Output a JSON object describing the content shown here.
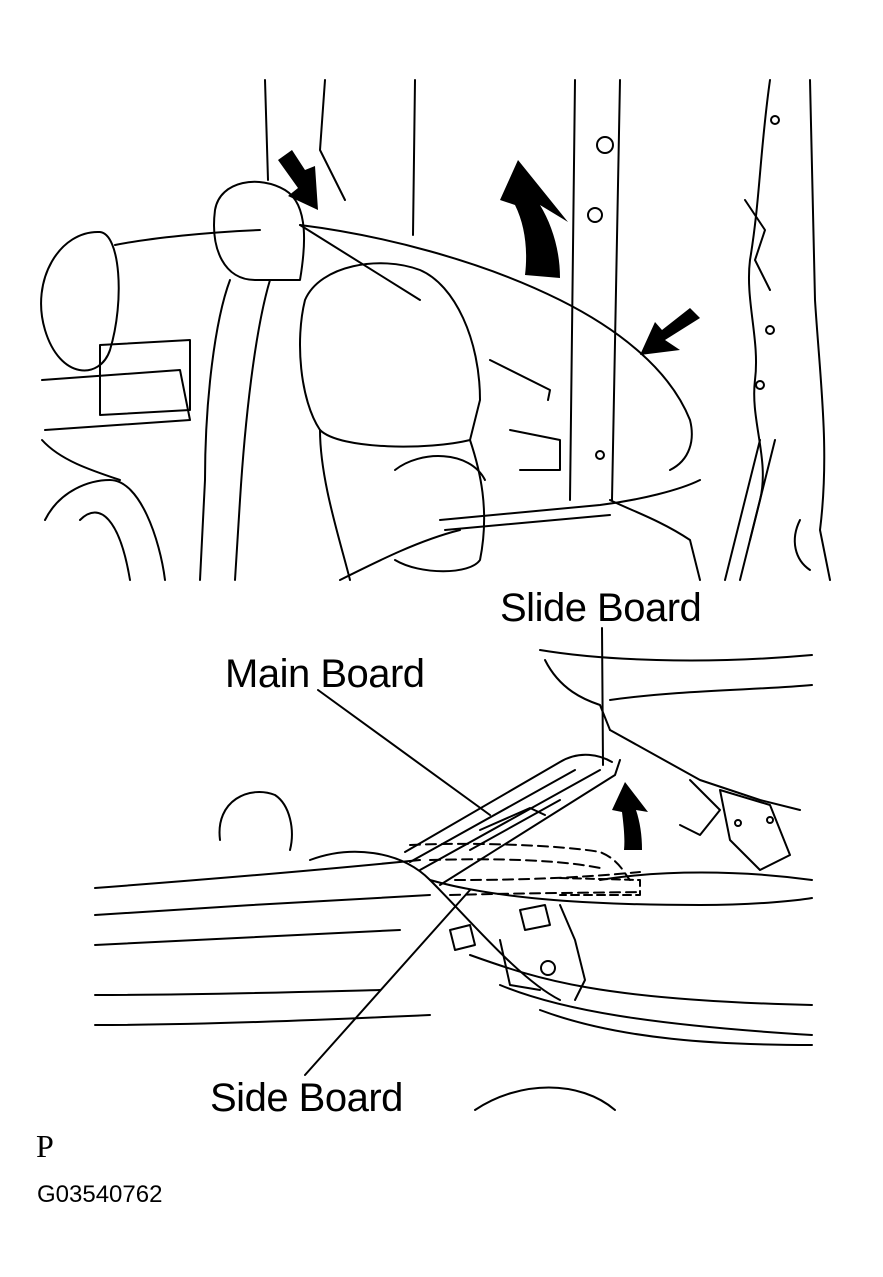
{
  "figure": {
    "type": "service-manual-illustration",
    "panels": [
      {
        "id": "top",
        "description": "Rear seat area with board panel being lifted; three arrows indicate lift direction and clip points",
        "arrows": [
          "press-arrow-upper-left",
          "lift-arrow-up",
          "press-arrow-right"
        ]
      },
      {
        "id": "bottom",
        "description": "Console deck boards; main board raised with slide board, arrow indicates lift",
        "arrows": [
          "lift-arrow-small"
        ]
      }
    ],
    "callouts": {
      "slide_board": "Slide Board",
      "main_board": "Main Board",
      "side_board": "Side Board"
    },
    "footer": {
      "marker": "P",
      "figure_code": "G03540762"
    },
    "colors": {
      "line": "#000000",
      "background": "#ffffff"
    }
  }
}
